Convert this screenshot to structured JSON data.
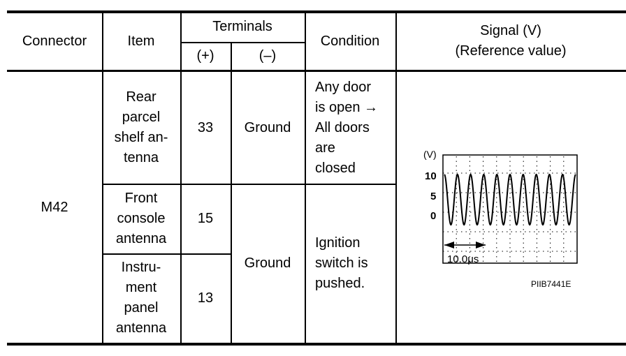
{
  "headers": {
    "connector": "Connector",
    "item": "Item",
    "terminals": "Terminals",
    "plus": "(+)",
    "minus": "(–)",
    "condition": "Condition",
    "signal_line1": "Signal (V)",
    "signal_line2": "(Reference value)"
  },
  "connector": "M42",
  "rows": [
    {
      "item": "Rear\nparcel\nshelf an-\ntenna",
      "terminal_plus": "33"
    },
    {
      "item": "Front\nconsole\nantenna",
      "terminal_plus": "15"
    },
    {
      "item": "Instru-\nment\npanel\nantenna",
      "terminal_plus": "13"
    }
  ],
  "ground_top": "Ground",
  "ground_bottom": "Ground",
  "condition_top": "Any door\nis open →\nAll doors\nare\nclosed",
  "condition_bottom": "Ignition\nswitch is\npushed.",
  "chart_data": {
    "type": "line",
    "ylabel": "(V)",
    "y_ticks": [
      "10",
      "5",
      "0"
    ],
    "ylim": [
      0,
      10
    ],
    "time_division_label": "10.0μs",
    "cycles": 10,
    "figure_code": "PIIB7441E"
  }
}
